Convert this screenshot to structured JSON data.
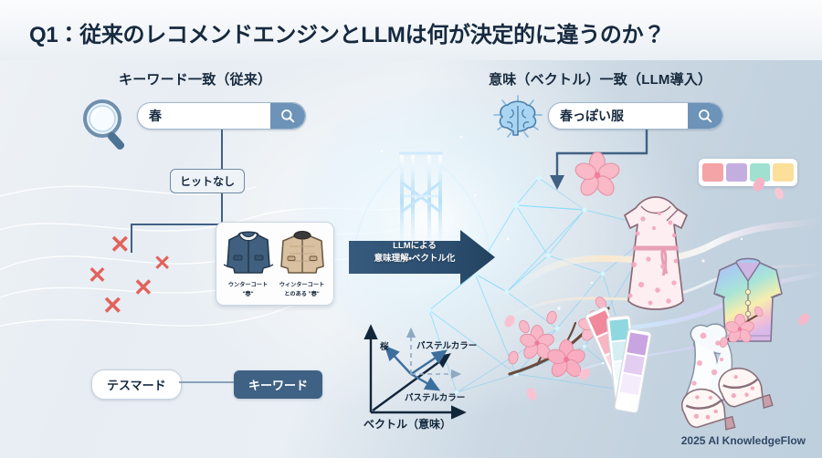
{
  "title": "Q1：従来のレコメンドエンジンとLLMは何が決定的に違うのか？",
  "left_panel": {
    "heading": "キーワード一致（従来）",
    "search": {
      "value": "春",
      "icon": "search-icon"
    },
    "magnifier_icon": "magnifier-icon",
    "no_hit_chip": "ヒットなし",
    "x_marks_count": 5,
    "x_mark_color": "#e2625c",
    "coat_card": {
      "items": [
        {
          "name": "ウンターコート\n\"春\"",
          "line1": "ウンターコート",
          "line2": "\"春\"",
          "color": "#3f6184"
        },
        {
          "name": "ウィンターコート とのある \"春\"",
          "line1": "ウィンターコート",
          "line2": "とのある \"春\"",
          "color": "#cdb294"
        }
      ]
    },
    "keyword_pill": "テスマード",
    "keyword_blue": "キーワード"
  },
  "center": {
    "arrow_label_line1": "LLMによる",
    "arrow_label_line2": "意味理解・ベクトル化",
    "arrow_color": "#2f5273",
    "bridge_icon": "bridge-icon"
  },
  "right_panel": {
    "heading": "意味（ベクトル）一致（LLM導入）",
    "search": {
      "value": "春っぽい服",
      "icon": "search-icon"
    },
    "brain_icon": "brain-icon",
    "swatches": [
      "#f4a3a6",
      "#c3aee0",
      "#9fe0d0",
      "#fbdf9b"
    ],
    "items": [
      "floral-dress-icon",
      "rainbow-cardigan-icon",
      "floral-scarf-icon",
      "floral-shoes-icon",
      "sakura-branch-icon",
      "color-fan-icon"
    ]
  },
  "vector_chart": {
    "axis_label": "ベクトル（意味）",
    "labels": {
      "sakura": "桜",
      "pastel_top": "パステルカラー",
      "pastel_bottom": "パステルカラー"
    }
  },
  "watermark": "2025 AI KnowledgeFlow",
  "colors": {
    "accent_blue": "#3f6184",
    "title_ink": "#16293f",
    "x_red": "#e2625c",
    "bg_from": "#eef2f6",
    "bg_to": "#becfdd"
  }
}
